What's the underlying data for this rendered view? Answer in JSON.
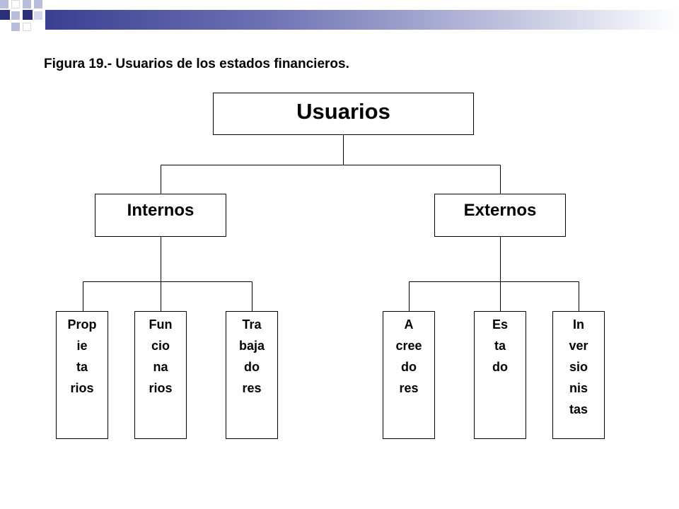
{
  "slide": {
    "title": "Figura 19.- Usuarios de los estados financieros.",
    "colors": {
      "accent_dark": "#3a3f92",
      "accent_mid": "#6d72b3",
      "accent_light": "#b9bcda"
    }
  },
  "diagram": {
    "root": {
      "label": "Usuarios"
    },
    "groups": [
      {
        "label": "Internos",
        "children": [
          {
            "lines": [
              "Prop",
              "ie",
              "ta",
              "rios"
            ]
          },
          {
            "lines": [
              "Fun",
              "cio",
              "na",
              "rios"
            ]
          },
          {
            "lines": [
              "Tra",
              "baja",
              "do",
              "res"
            ]
          }
        ]
      },
      {
        "label": "Externos",
        "children": [
          {
            "lines": [
              "A",
              "cree",
              "do",
              "res"
            ]
          },
          {
            "lines": [
              "Es",
              "ta",
              "do"
            ]
          },
          {
            "lines": [
              "In",
              "ver",
              "sio",
              "nis",
              "tas"
            ]
          }
        ]
      }
    ]
  }
}
